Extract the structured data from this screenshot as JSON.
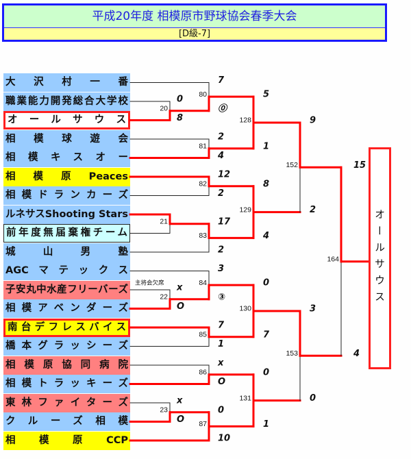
{
  "header": {
    "title": "平成20年度 相模原市野球協会春季大会",
    "subtitle": "[D級-7]"
  },
  "teams": [
    {
      "name": "大沢村一番",
      "style": "blue"
    },
    {
      "name": "職業能力開発総合大学校",
      "style": "blue"
    },
    {
      "name": "オールサウス",
      "style": "white"
    },
    {
      "name": "相模球遊会",
      "style": "blue"
    },
    {
      "name": "相模キスオー",
      "style": "blue"
    },
    {
      "name": "相模原Peaces",
      "style": "yellow"
    },
    {
      "name": "相模ドランカーズ",
      "style": "blue"
    },
    {
      "name": "ルネサスShooting Stars",
      "style": "blue"
    },
    {
      "name": "前年度無届棄権チーム",
      "style": "cyan"
    },
    {
      "name": "城山男塾",
      "style": "blue"
    },
    {
      "name": "AGCマテックス",
      "style": "blue"
    },
    {
      "name": "子安丸中水産フリーバーズ",
      "style": "salmon"
    },
    {
      "name": "相模アベンダーズ",
      "style": "blue"
    },
    {
      "name": "南台デフレスバイス",
      "style": "yellowred"
    },
    {
      "name": "橋本グラッシーズ",
      "style": "blue"
    },
    {
      "name": "相模原協同病院",
      "style": "salmon"
    },
    {
      "name": "相模トラッキーズ",
      "style": "blue"
    },
    {
      "name": "東林ファイターズ",
      "style": "salmon"
    },
    {
      "name": "クルーズ相模",
      "style": "blue"
    },
    {
      "name": "相模原CCP",
      "style": "yellow"
    }
  ],
  "matches": {
    "20": {
      "label": "20",
      "top": "0",
      "bottom": "8"
    },
    "21": {
      "label": "21",
      "top": "",
      "bottom": ""
    },
    "22": {
      "label": "22",
      "top": "x",
      "bottom": "O"
    },
    "23": {
      "label": "23",
      "top": "x",
      "bottom": "O"
    },
    "80": {
      "label": "80",
      "top": "7",
      "bottom": "⓪"
    },
    "81": {
      "label": "81",
      "top": "2",
      "bottom": "4"
    },
    "82": {
      "label": "82",
      "top": "12",
      "bottom": "2"
    },
    "83": {
      "label": "83",
      "top": "17",
      "bottom": "2"
    },
    "84": {
      "label": "84",
      "top": "3",
      "bottom": "③"
    },
    "85": {
      "label": "85",
      "top": "7",
      "bottom": "1"
    },
    "86": {
      "label": "86",
      "top": "x",
      "bottom": "O"
    },
    "87": {
      "label": "87",
      "top": "0",
      "bottom": "10"
    },
    "128": {
      "label": "128",
      "top": "5",
      "bottom": "1"
    },
    "129": {
      "label": "129",
      "top": "8",
      "bottom": "4"
    },
    "130": {
      "label": "130",
      "top": "0",
      "bottom": "7"
    },
    "131": {
      "label": "131",
      "top": "0",
      "bottom": "1"
    },
    "152": {
      "label": "152",
      "top": "9",
      "bottom": "2"
    },
    "153": {
      "label": "153",
      "top": "3",
      "bottom": "0"
    },
    "164": {
      "label": "164",
      "top": "15",
      "bottom": "4"
    }
  },
  "note": "主将会欠席",
  "champion": "オールサウス",
  "colors": {
    "line": "#222222",
    "winner_line": "#ff0000",
    "team_blue": "#99ccff",
    "team_yellow": "#ffff00",
    "team_salmon": "#ff8080"
  }
}
